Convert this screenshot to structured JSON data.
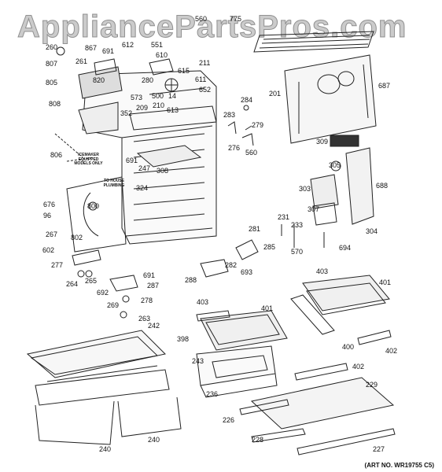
{
  "watermark": "AppliancePartsPros.com",
  "art_number": "(ART NO. WR19755 C5)",
  "notes": {
    "icemaker": "ICEMAKER EQUIPPED MODELS ONLY",
    "house_plumbing": "TO HOUSE PLUMBING"
  },
  "callouts": [
    "560",
    "775",
    "612",
    "551",
    "867",
    "691",
    "610",
    "260",
    "807",
    "261",
    "615",
    "211",
    "280",
    "820",
    "611",
    "573",
    "805",
    "500",
    "652",
    "209",
    "210",
    "14",
    "613",
    "687",
    "201",
    "808",
    "352",
    "284",
    "283",
    "279",
    "276",
    "560",
    "806",
    "309",
    "691",
    "247",
    "308",
    "305",
    "324",
    "688",
    "303",
    "676",
    "96",
    "800",
    "307",
    "231",
    "267",
    "233",
    "304",
    "802",
    "281",
    "602",
    "285",
    "570",
    "694",
    "277",
    "282",
    "693",
    "264",
    "265",
    "691",
    "287",
    "288",
    "692",
    "278",
    "269",
    "263",
    "403",
    "401",
    "403",
    "401",
    "398",
    "400",
    "402",
    "242",
    "243",
    "402",
    "236",
    "229",
    "240",
    "240",
    "226",
    "228",
    "227"
  ]
}
